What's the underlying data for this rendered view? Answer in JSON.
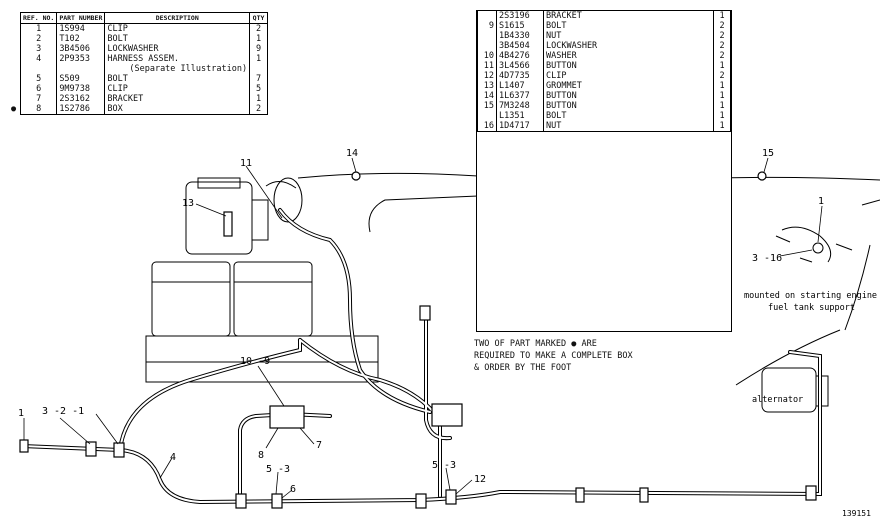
{
  "table_left": {
    "headers": {
      "ref": "REF. NO.",
      "part": "PART NUMBER",
      "desc": "DESCRIPTION",
      "qty": "QTY"
    },
    "rows": [
      {
        "mark": "",
        "ref": "1",
        "part": "1S994",
        "desc": "CLIP",
        "qty": "2"
      },
      {
        "mark": "",
        "ref": "2",
        "part": "T102",
        "desc": "BOLT",
        "qty": "1"
      },
      {
        "mark": "",
        "ref": "3",
        "part": "3B4506",
        "desc": "LOCKWASHER",
        "qty": "9"
      },
      {
        "mark": "",
        "ref": "4",
        "part": "2P9353",
        "desc": "HARNESS ASSEM.",
        "qty": "1"
      },
      {
        "mark": "",
        "ref": "",
        "part": "",
        "desc": "(Separate Illustration)",
        "qty": ""
      },
      {
        "mark": "",
        "ref": "5",
        "part": "S509",
        "desc": "BOLT",
        "qty": "7"
      },
      {
        "mark": "",
        "ref": "6",
        "part": "9M9738",
        "desc": "CLIP",
        "qty": "5"
      },
      {
        "mark": "",
        "ref": "7",
        "part": "2S3162",
        "desc": "BRACKET",
        "qty": "1"
      },
      {
        "mark": "●",
        "ref": "8",
        "part": "1S2786",
        "desc": "BOX",
        "qty": "2"
      }
    ]
  },
  "table_right": {
    "rows": [
      {
        "ref": "",
        "part": "2S3196",
        "desc": "BRACKET",
        "qty": "1"
      },
      {
        "ref": "9",
        "part": "S1615",
        "desc": "BOLT",
        "qty": "2"
      },
      {
        "ref": "",
        "part": "1B4330",
        "desc": "NUT",
        "qty": "2"
      },
      {
        "ref": "",
        "part": "3B4504",
        "desc": "LOCKWASHER",
        "qty": "2"
      },
      {
        "ref": "10",
        "part": "4B4276",
        "desc": "WASHER",
        "qty": "2"
      },
      {
        "ref": "11",
        "part": "3L4566",
        "desc": "BUTTON",
        "qty": "1"
      },
      {
        "ref": "12",
        "part": "4D7735",
        "desc": "CLIP",
        "qty": "2"
      },
      {
        "ref": "13",
        "part": "L1407",
        "desc": "GROMMET",
        "qty": "1"
      },
      {
        "ref": "14",
        "part": "1L6377",
        "desc": "BUTTON",
        "qty": "1"
      },
      {
        "ref": "15",
        "part": "7M3248",
        "desc": "BUTTON",
        "qty": "1"
      },
      {
        "ref": "",
        "part": "L1351",
        "desc": "BOLT",
        "qty": "1"
      },
      {
        "ref": "16",
        "part": "1D4717",
        "desc": "NUT",
        "qty": "1"
      }
    ]
  },
  "note": {
    "line1": "TWO OF PART MARKED ● ARE",
    "line2": "REQUIRED TO MAKE A COMPLETE BOX",
    "line3": "& ORDER BY THE FOOT"
  },
  "callouts": {
    "c11": "11",
    "c13": "13",
    "c14": "14",
    "c15": "15",
    "c1": "1",
    "c3_16": "3 -16",
    "c10_9": "10 -9",
    "c3_2_1": "3 -2 -1",
    "c1_left": "1",
    "c4": "4",
    "c8": "8",
    "c7": "7",
    "c5_3_a": "5 -3",
    "c6": "6",
    "c5_3_b": "5 -3",
    "c12": "12"
  },
  "captions": {
    "mounted_line1": "mounted on starting engine",
    "mounted_line2": "fuel tank support",
    "alternator": "alternator",
    "figure_number": "139151"
  }
}
